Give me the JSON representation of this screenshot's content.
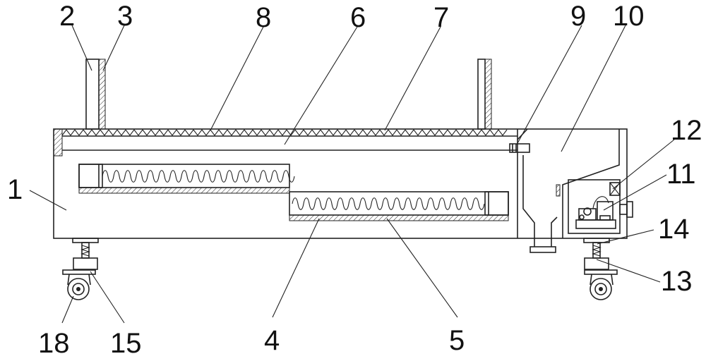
{
  "labels": [
    "1",
    "2",
    "3",
    "4",
    "5",
    "6",
    "7",
    "8",
    "9",
    "10",
    "11",
    "12",
    "13",
    "14",
    "15",
    "18"
  ],
  "colors": {
    "stroke": "#222222",
    "background": "#ffffff"
  }
}
